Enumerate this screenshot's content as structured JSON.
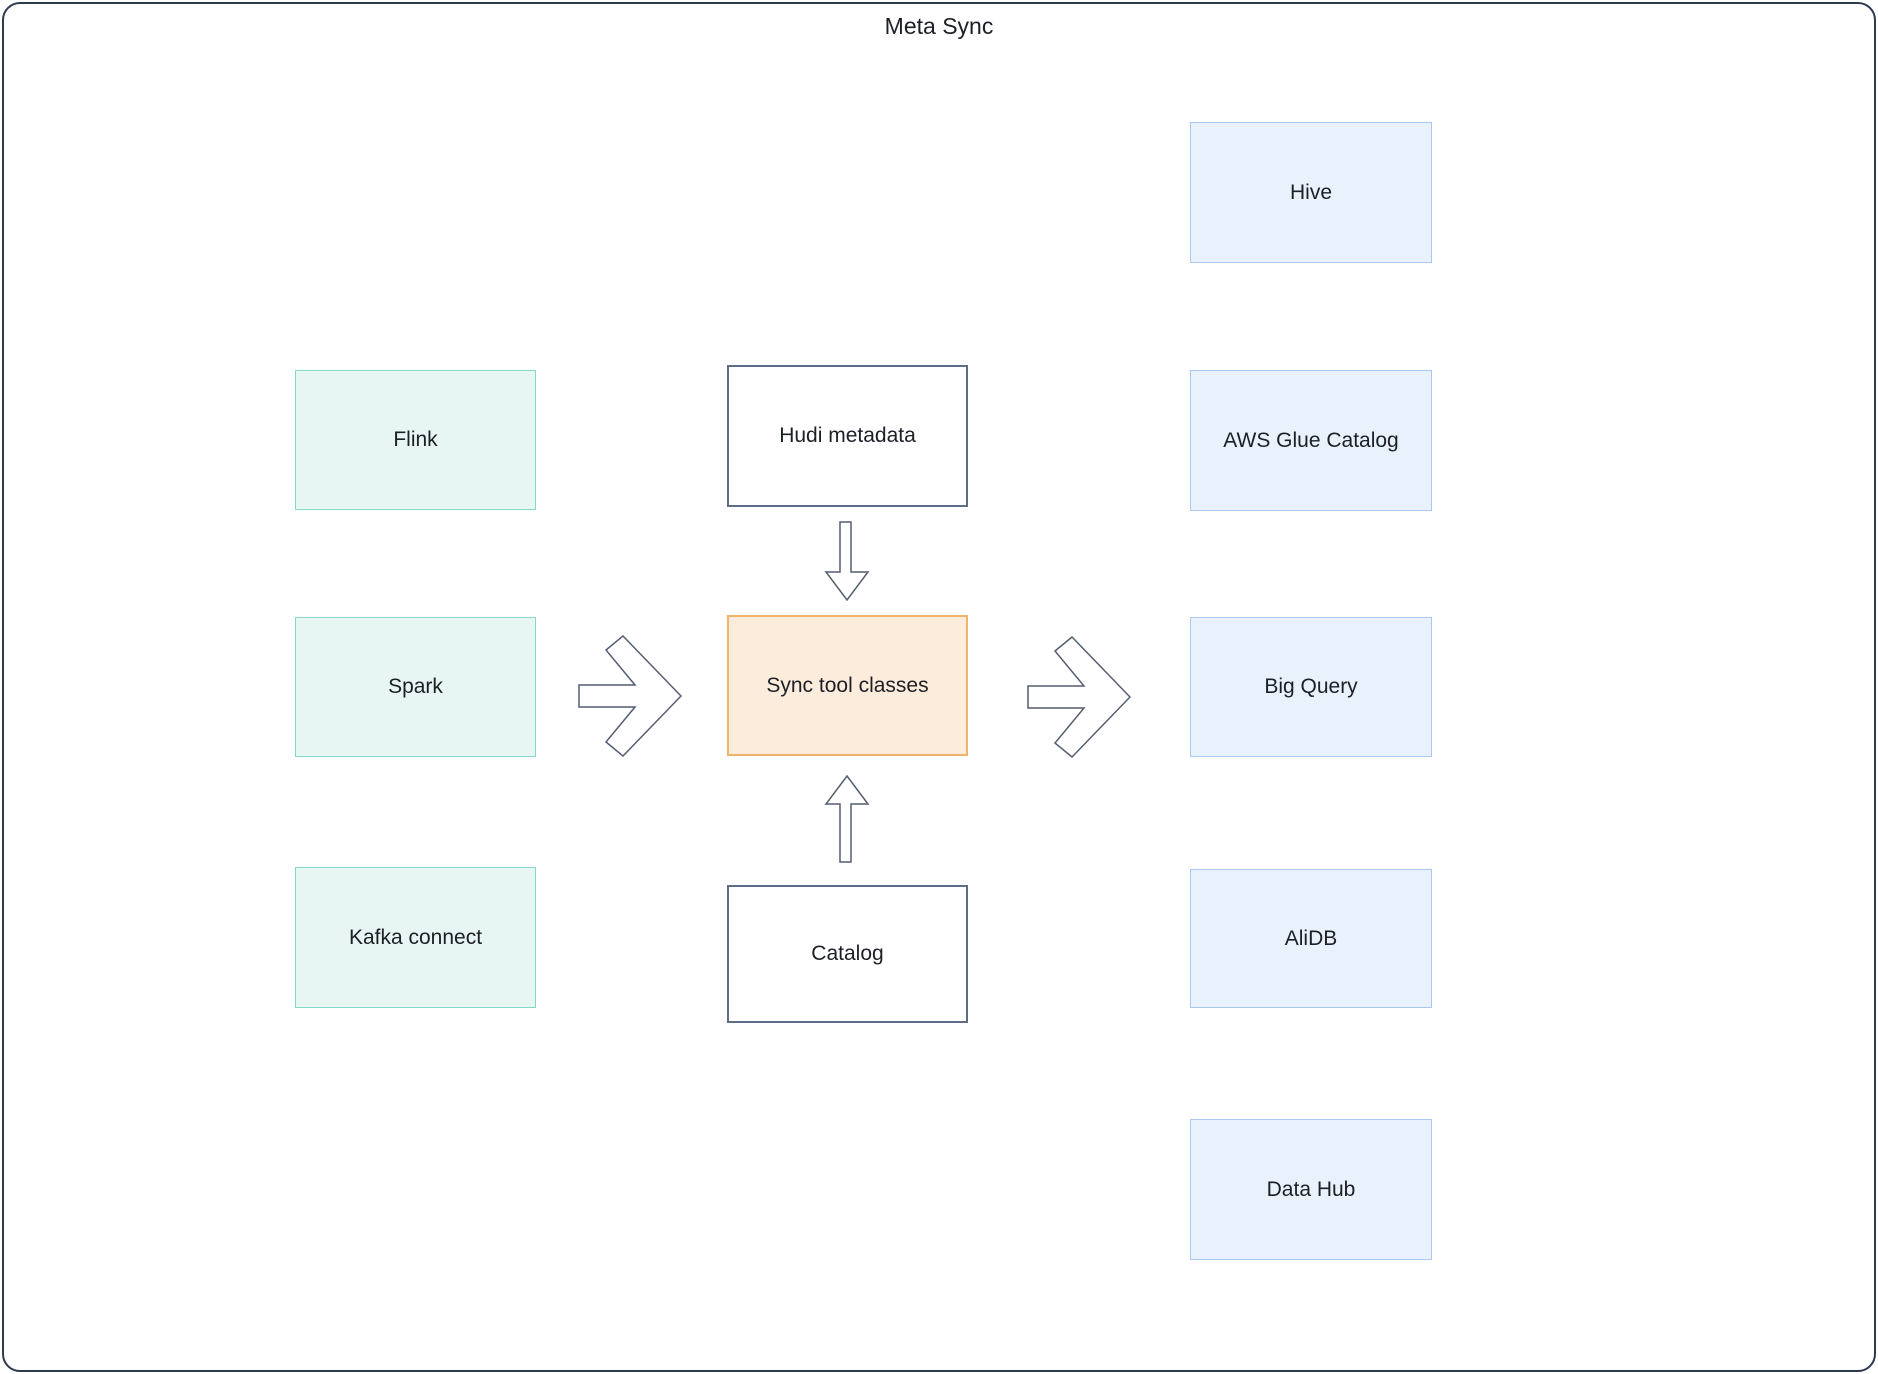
{
  "title": "Meta Sync",
  "diagram": {
    "type": "flow",
    "sources": [
      {
        "id": "flink",
        "label": "Flink"
      },
      {
        "id": "spark",
        "label": "Spark"
      },
      {
        "id": "kafka-connect",
        "label": "Kafka connect"
      }
    ],
    "inputs": [
      {
        "id": "hudi-metadata",
        "label": "Hudi metadata"
      },
      {
        "id": "catalog",
        "label": "Catalog"
      }
    ],
    "hub": {
      "id": "sync-tool-classes",
      "label": "Sync tool classes"
    },
    "targets": [
      {
        "id": "hive",
        "label": "Hive"
      },
      {
        "id": "aws-glue-catalog",
        "label": "AWS Glue Catalog"
      },
      {
        "id": "big-query",
        "label": "Big Query"
      },
      {
        "id": "alidb",
        "label": "AliDB"
      },
      {
        "id": "data-hub",
        "label": "Data Hub"
      }
    ],
    "edges": [
      {
        "from": "spark",
        "to": "sync-tool-classes",
        "direction": "right"
      },
      {
        "from": "hudi-metadata",
        "to": "sync-tool-classes",
        "direction": "down"
      },
      {
        "from": "catalog",
        "to": "sync-tool-classes",
        "direction": "up"
      },
      {
        "from": "sync-tool-classes",
        "to": "big-query",
        "direction": "right"
      }
    ]
  },
  "colors": {
    "source_fill": "#e7f6f2",
    "source_border": "#86d7c8",
    "target_fill": "#e9f1fc",
    "target_border": "#aac9f0",
    "hub_fill": "#fcecdc",
    "hub_border": "#f1b26c",
    "input_fill": "#ffffff",
    "input_border": "#5f6c87",
    "canvas_border": "#2f3a50",
    "arrow_stroke": "#555d70",
    "text": "#1c1f26"
  }
}
